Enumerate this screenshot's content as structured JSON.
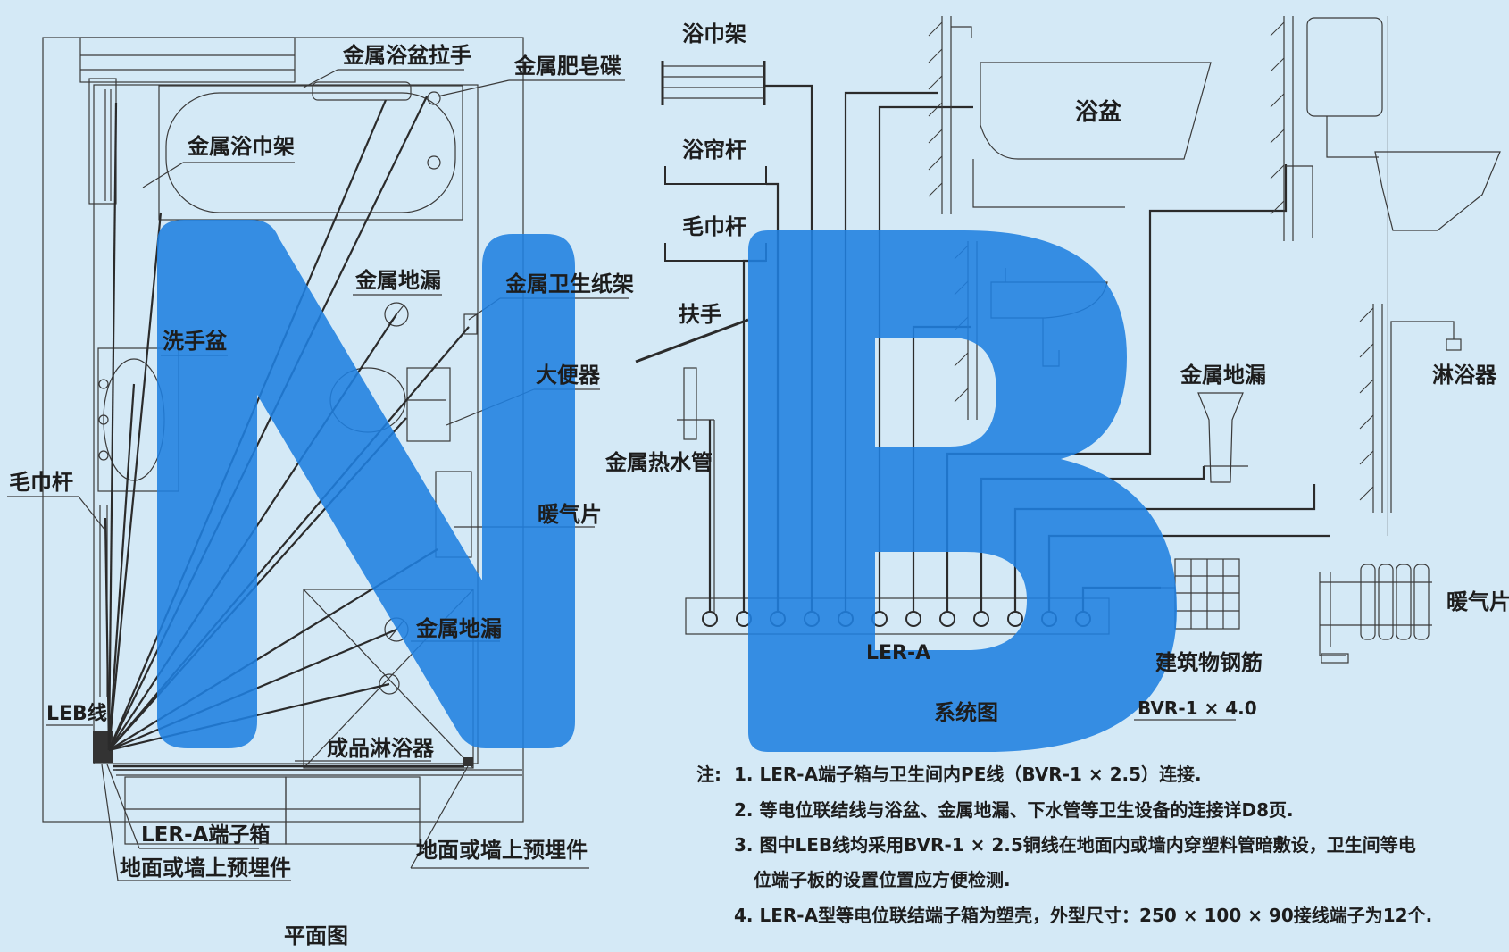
{
  "colors": {
    "background": "#d4e9f6",
    "watermark": "#1f7fe0",
    "line": "#2b2b2b"
  },
  "watermark": {
    "text": "NB"
  },
  "plan": {
    "title": "平面图",
    "labels": {
      "bath_handle": "金属浴盆拉手",
      "soap_dish": "金属肥皂碟",
      "bath_towel_rack": "金属浴巾架",
      "floor_drain_1": "金属地漏",
      "paper_holder": "金属卫生纸架",
      "washbasin": "洗手盆",
      "toilet": "大便器",
      "towel_bar": "毛巾杆",
      "radiator": "暖气片",
      "floor_drain_2": "金属地漏",
      "leb_line": "LEB线",
      "shower_unit": "成品淋浴器",
      "ler_box": "LER-A端子箱",
      "embed_1": "地面或墙上预埋件",
      "embed_2": "地面或墙上预埋件"
    }
  },
  "system": {
    "title": "系统图",
    "labels": {
      "towel_rack": "浴巾架",
      "curtain_rod": "浴帘杆",
      "towel_bar": "毛巾杆",
      "handrail": "扶手",
      "hot_pipe": "金属热水管",
      "bathtub": "浴盆",
      "floor_drain": "金属地漏",
      "shower": "淋浴器",
      "radiator": "暖气片",
      "ler_a": "LER-A",
      "rebar": "建筑物钢筋",
      "bvr": "BVR-1 × 4.0"
    },
    "terminal_count": 12
  },
  "notes": {
    "prefix": "注:",
    "items": [
      "1. LER-A端子箱与卫生间内PE线（BVR-1 × 2.5）连接.",
      "2. 等电位联结线与浴盆、金属地漏、下水管等卫生设备的连接详D8页.",
      "3. 图中LEB线均采用BVR-1 × 2.5铜线在地面内或墙内穿塑料管暗敷设，卫生间等电",
      "位端子板的设置位置应方便检测.",
      "4. LER-A型等电位联结端子箱为塑壳，外型尺寸：250 × 100 × 90接线端子为12个."
    ]
  }
}
